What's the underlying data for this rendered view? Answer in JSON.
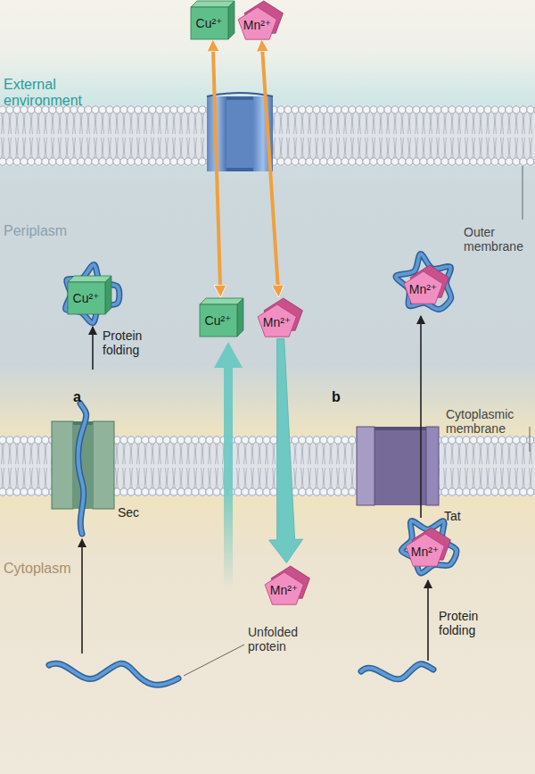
{
  "diagram": {
    "nodes": [
      {
        "text": [
          "Cu²⁺"
        ]
      },
      {
        "text": [
          "Mn²⁺"
        ]
      },
      {
        "text": [
          "Cu²⁺"
        ]
      },
      {
        "text": [
          "Cu²⁺"
        ]
      },
      {
        "text": [
          "Mn²⁺"
        ]
      },
      {
        "text": [
          "Mn²⁺"
        ]
      },
      {
        "text": [
          "Mn²⁺"
        ]
      },
      {
        "text": [
          "Mn²⁺"
        ]
      }
    ],
    "edges": [
      {
        "from": 3,
        "to": 0,
        "arrow": "both"
      },
      {
        "from": 4,
        "to": 1,
        "arrow": "both"
      },
      {
        "from": 4,
        "to": 6,
        "arrow": "to"
      }
    ],
    "labels": [
      "External environment",
      "Outer membrane",
      "Periplasm",
      "Protein folding",
      "a",
      "b",
      "Cytoplasmic membrane",
      "Sec",
      "Tat",
      "Cytoplasm",
      "Unfolded protein",
      "Protein folding"
    ]
  }
}
